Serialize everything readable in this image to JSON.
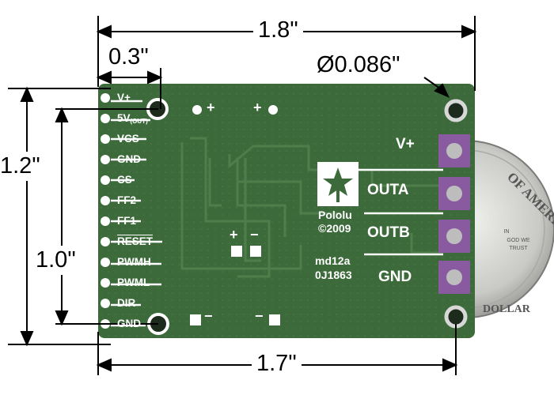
{
  "dimensions": {
    "width_total": "1.8\"",
    "pin_offset": "0.3\"",
    "hole_diameter": "Ø0.086\"",
    "height_total": "1.2\"",
    "pin_span": "1.0\"",
    "hole_span": "1.7\""
  },
  "board": {
    "pins_left": [
      {
        "label": "V+"
      },
      {
        "label": "5V",
        "sub": "(OUT)"
      },
      {
        "label": "VCS"
      },
      {
        "label": "GND"
      },
      {
        "label": "CS"
      },
      {
        "label": "FF2"
      },
      {
        "label": "FF1"
      },
      {
        "label": "RESET",
        "overline": true
      },
      {
        "label": "PWMH"
      },
      {
        "label": "PWML"
      },
      {
        "label": "DIR"
      },
      {
        "label": "GND"
      }
    ],
    "terminals_right": [
      "V+",
      "OUTA",
      "OUTB",
      "GND"
    ],
    "logo_text": "Pololu",
    "copyright": "©2009",
    "model": "md12a",
    "serial": "0J1863",
    "polarity_plus": "+",
    "polarity_minus": "−",
    "colors": {
      "pcb": "#3c6a3b",
      "silk": "#ffffff",
      "pad": "#8a5aa0",
      "dim_line": "#000000"
    }
  },
  "coin": {
    "top_text": "OF AMERICA",
    "motto": "IN GOD WE TRUST",
    "bottom_text": "DOLLAR"
  }
}
